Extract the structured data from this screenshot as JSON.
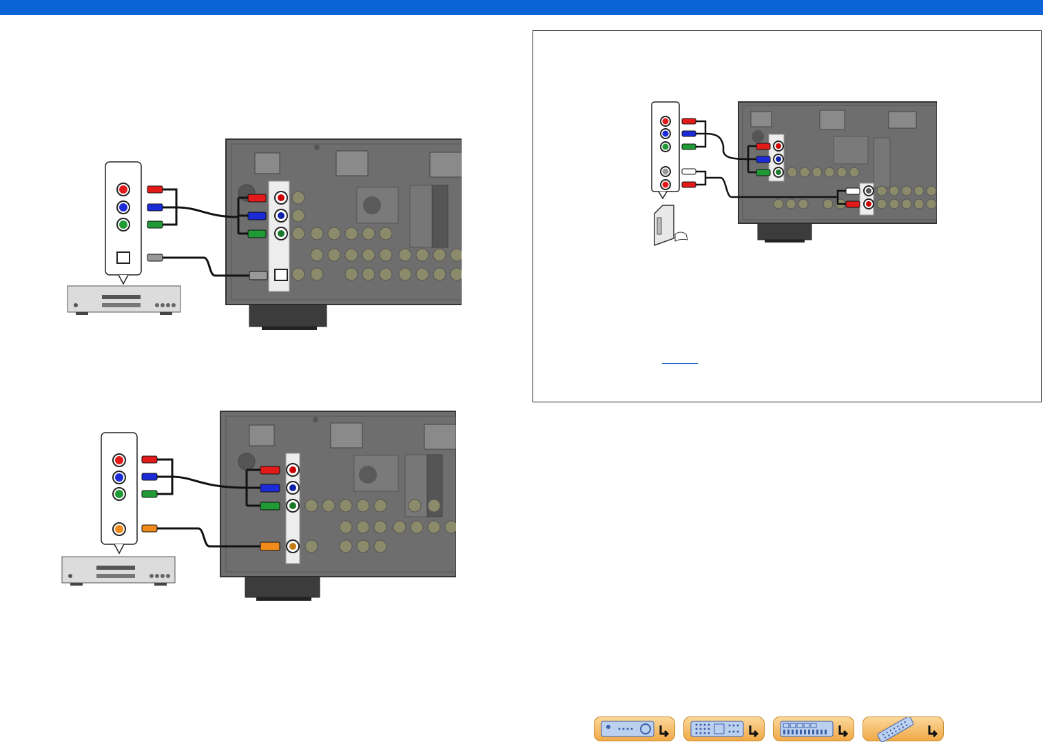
{
  "header": {
    "color": "#0a64d6"
  },
  "diagrams": {
    "top_left": {
      "device": "bd-dvd-player",
      "cables": [
        "component-video",
        "optical-audio"
      ]
    },
    "bottom_left": {
      "device": "bd-dvd-player",
      "cables": [
        "component-video",
        "coaxial-audio"
      ]
    },
    "boxed_right": {
      "device": "game-console",
      "cables": [
        "component-video",
        "analog-audio"
      ]
    }
  },
  "colors": {
    "red_plug": "#e21a1a",
    "blue_plug": "#1c2bd8",
    "green_plug": "#1f9a35",
    "orange_plug": "#f08a1a",
    "panel_gray": "#6e6e6e",
    "panel_dark": "#4a4a4a"
  },
  "nav_buttons": [
    {
      "icon": "front-panel-icon"
    },
    {
      "icon": "rear-panel-icon"
    },
    {
      "icon": "display-icon"
    },
    {
      "icon": "remote-control-icon"
    }
  ]
}
